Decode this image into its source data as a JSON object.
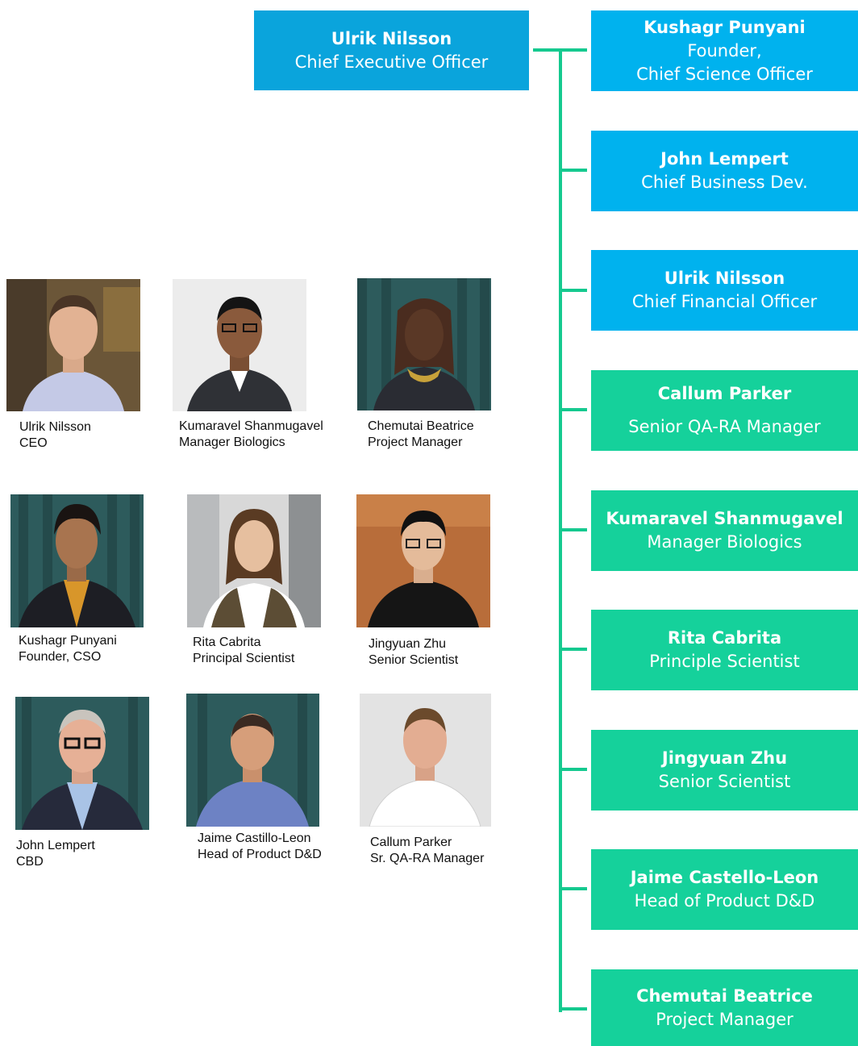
{
  "ceo_box": {
    "name": "Ulrik Nilsson",
    "role": "Chief Executive Officer"
  },
  "boxes": [
    {
      "name": "Kushagr Punyani",
      "role1": "Founder,",
      "role2": "Chief Science Officer"
    },
    {
      "name": "John Lempert",
      "role1": "Chief Business Dev."
    },
    {
      "name": "Ulrik Nilsson",
      "role1": "Chief Financial Officer"
    },
    {
      "name": "Callum Parker",
      "role1": "Senior QA-RA Manager"
    },
    {
      "name": "Kumaravel Shanmugavel",
      "role1": "Manager Biologics"
    },
    {
      "name": "Rita Cabrita",
      "role1": "Principle Scientist"
    },
    {
      "name": "Jingyuan Zhu",
      "role1": "Senior Scientist"
    },
    {
      "name": "Jaime Castello-Leon",
      "role1": "Head of Product D&D"
    },
    {
      "name": "Chemutai Beatrice",
      "role1": "Project Manager"
    }
  ],
  "photos": [
    {
      "name": "Ulrik Nilsson",
      "title": "CEO"
    },
    {
      "name": "Kumaravel Shanmugavel",
      "title": "Manager Biologics"
    },
    {
      "name": "Chemutai Beatrice",
      "title": "Project Manager"
    },
    {
      "name": "Kushagr Punyani",
      "title": "Founder, CSO"
    },
    {
      "name": "Rita Cabrita",
      "title": "Principal Scientist"
    },
    {
      "name": "Jingyuan Zhu",
      "title": "Senior Scientist"
    },
    {
      "name": "John Lempert",
      "title": "CBD"
    },
    {
      "name": "Jaime Castillo-Leon",
      "title": "Head of Product D&D"
    },
    {
      "name": "Callum Parker",
      "title": "Sr. QA-RA Manager"
    }
  ],
  "colors": {
    "ceo": "#0aa4dc",
    "executive": "#00b2ee",
    "team": "#15d19b",
    "connector": "#15c98f"
  }
}
